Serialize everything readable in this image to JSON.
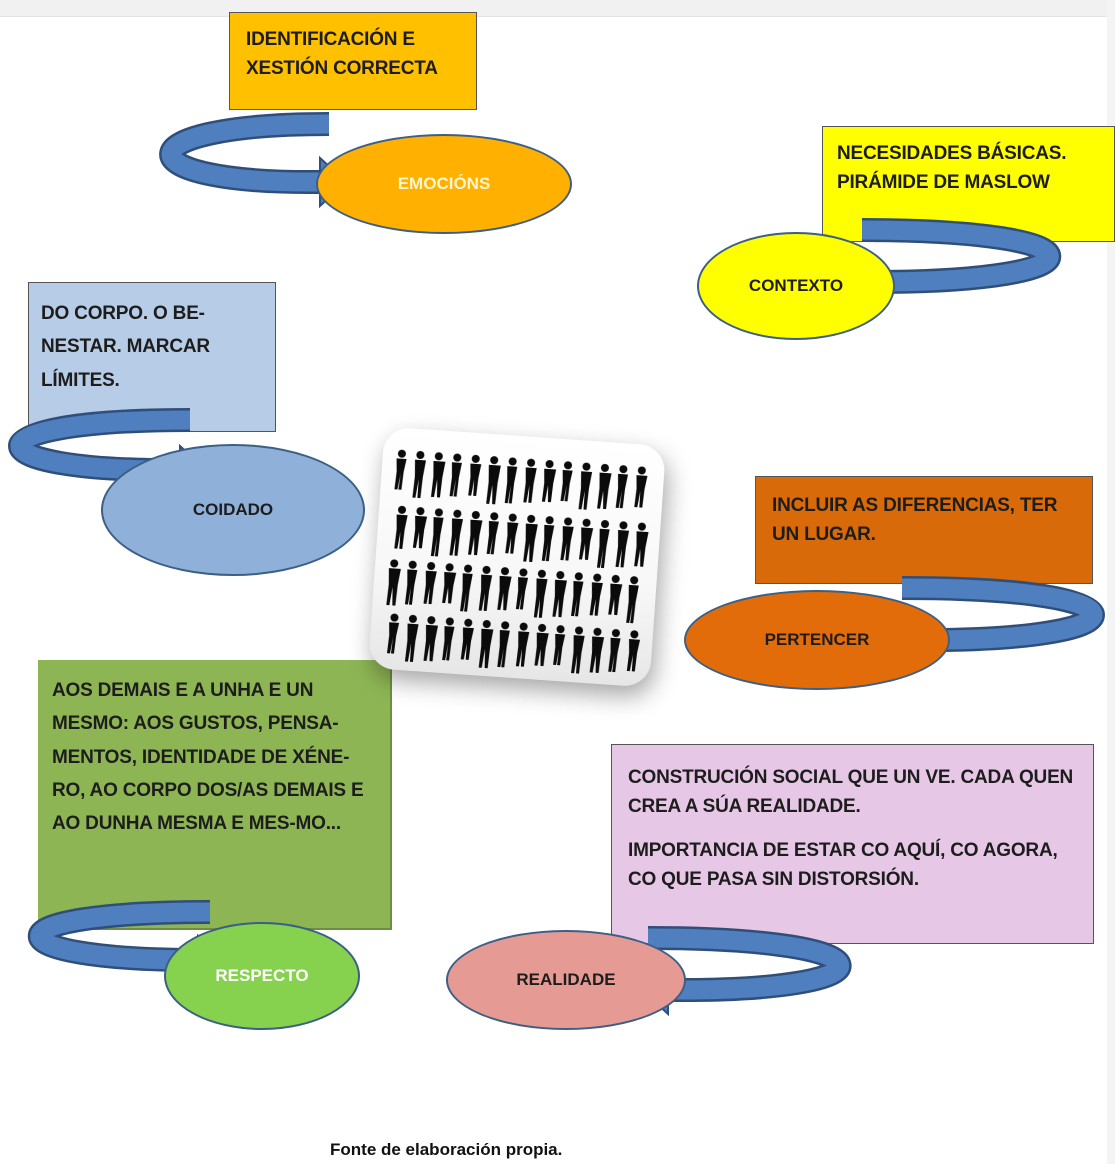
{
  "nodes": {
    "emocions": {
      "label": "EMOCIÓNS",
      "note": "IDENTIFICACIÓN E XESTIÓN CORRECTA",
      "note_color": "#ffc000",
      "ellipse_color": "#ffb000"
    },
    "contexto": {
      "label": "CONTEXTO",
      "note": "NECESIDADES BÁSICAS. PIRÁMIDE DE MASLOW",
      "note_color": "#ffff00",
      "ellipse_color": "#ffff00"
    },
    "coidado": {
      "label": "COIDADO",
      "note": "DO CORPO.  O BE-NESTAR. MARCAR LÍMITES.",
      "note_color": "#b7cde7",
      "ellipse_color": "#8fb0d9"
    },
    "pertencer": {
      "label": "PERTENCER",
      "note": "INCLUIR AS DIFERENCIAS, TER UN LUGAR.",
      "note_color": "#d86a0a",
      "ellipse_color": "#e36c0a"
    },
    "respecto": {
      "label": "RESPECTO",
      "note": "AOS DEMAIS E A UNHA E UN MESMO: AOS  GUSTOS, PENSA-MENTOS, IDENTIDADE DE XÉNE-RO, AO CORPO DOS/AS DEMAIS E AO DUNHA MESMA E  MES-MO...",
      "note_color": "#8db554",
      "ellipse_color": "#86d24e"
    },
    "realidade": {
      "label": "REALIDADE",
      "note_line1": "CONSTRUCIÓN SOCIAL QUE UN VE. CADA QUEN CREA A SÚA REALIDADE.",
      "note_line2": "IMPORTANCIA DE ESTAR CO  AQUÍ, CO AGORA, CO QUE PASA SIN DISTORSIÓN.",
      "note_color": "#e6c8e6",
      "ellipse_color": "#e59b94"
    }
  },
  "center_image": "people-silhouettes",
  "arrow_color": "#4f7fbf",
  "source_text": "Fonte de elaboración propia."
}
